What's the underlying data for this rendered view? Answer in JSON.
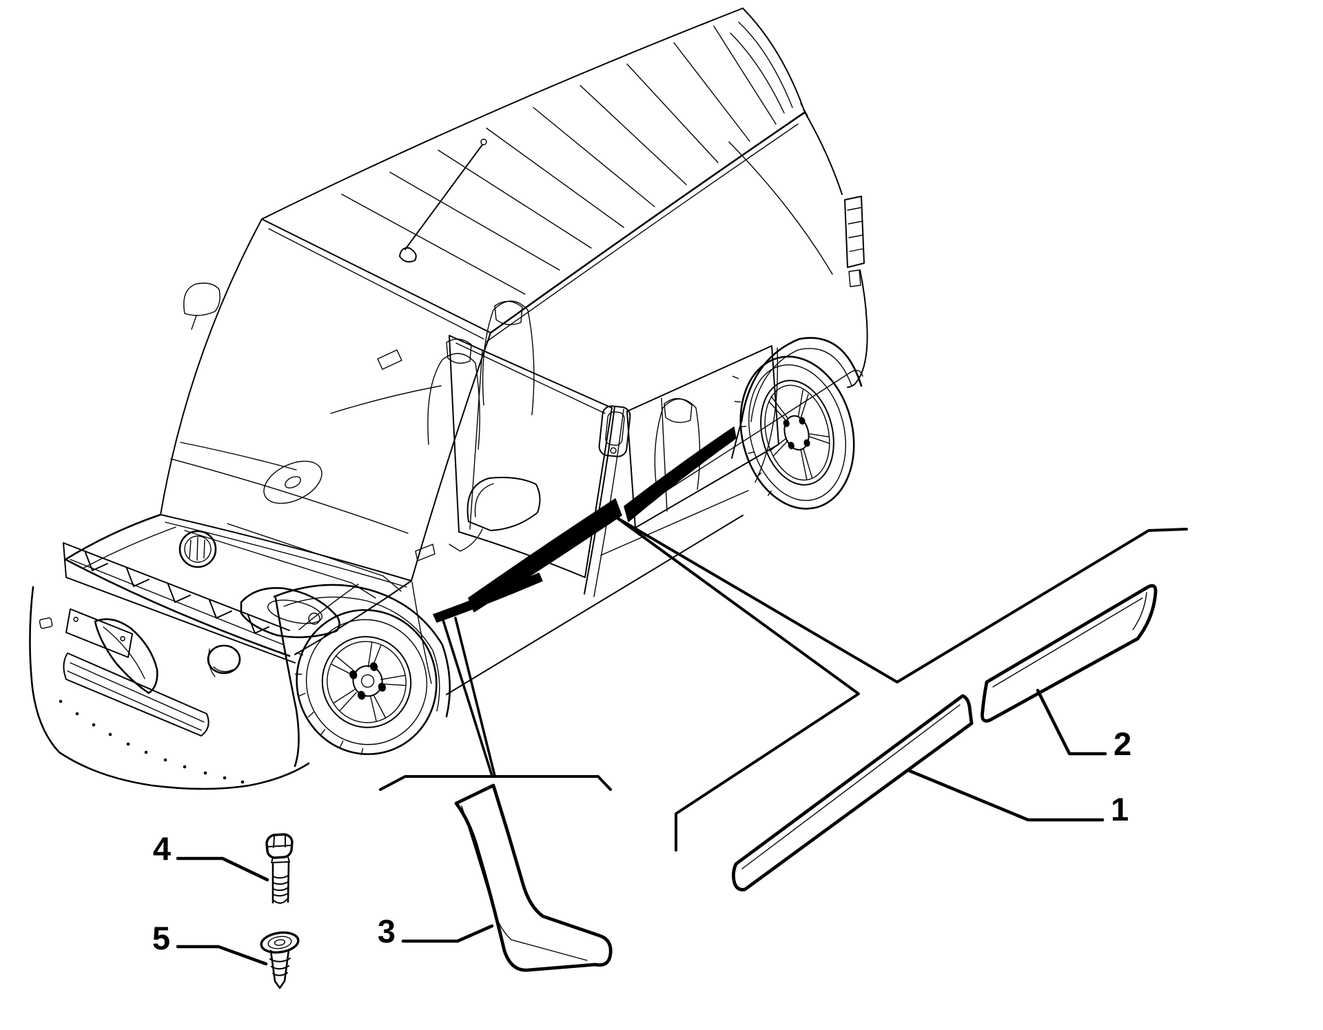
{
  "figure": {
    "type": "exploded-parts-diagram",
    "subject": "van-side-protection-mouldings",
    "callouts": {
      "c1": "1",
      "c2": "2",
      "c3": "3",
      "c4": "4",
      "c5": "5"
    },
    "colors": {
      "line": "#000000",
      "highlight_fill": "#000000",
      "background": "#ffffff"
    }
  }
}
